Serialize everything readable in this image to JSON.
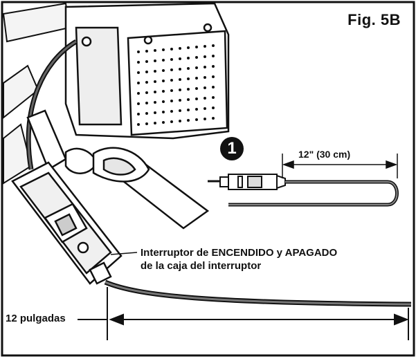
{
  "figure": {
    "label": "Fig. 5B",
    "callout_number": "1",
    "switch_label_line1": "Interruptor de ENCENDIDO y APAGADO",
    "switch_label_line2": "de la caja del interruptor",
    "short_dimension": "12\" (30 cm)",
    "long_dimension": "12 pulgadas"
  }
}
